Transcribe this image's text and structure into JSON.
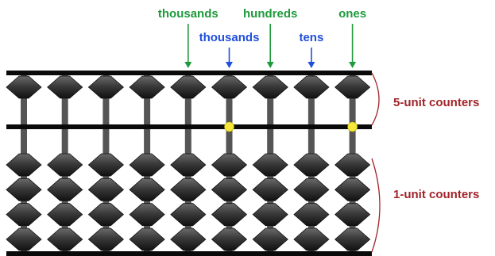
{
  "column_labels": {
    "top": [
      {
        "text": "thousands",
        "column": 5
      },
      {
        "text": "hundreds",
        "column": 7
      },
      {
        "text": "ones",
        "column": 9
      }
    ],
    "middle": [
      {
        "text": "thousands",
        "column": 6
      },
      {
        "text": "tens",
        "column": 8
      }
    ]
  },
  "abacus": {
    "rods": 9,
    "heaven_beads_per_rod": 1,
    "earth_beads_per_rod": 4,
    "unit_point_columns": [
      6,
      9
    ]
  },
  "brackets": {
    "upper": "5-unit counters",
    "lower": "1-unit counters"
  },
  "colors": {
    "top_labels": "#1e9a3c",
    "middle_labels": "#1f4fdc",
    "bracket": "#a0242a",
    "bead": "#3a3a3a",
    "frame": "#0a0a0a",
    "unit_point": "#f5e63c"
  }
}
